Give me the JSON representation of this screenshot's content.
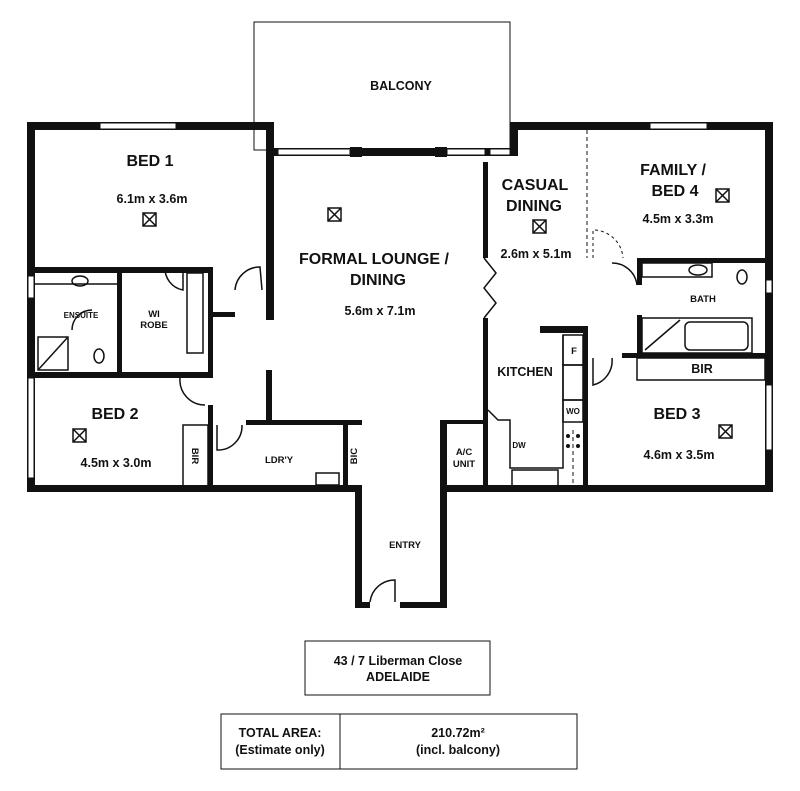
{
  "rooms": {
    "balcony": {
      "name": "BALCONY"
    },
    "bed1": {
      "name": "BED 1",
      "size": "6.1m x 3.6m"
    },
    "ensuite": {
      "name": "ENSUITE"
    },
    "wi_robe": {
      "name1": "WI",
      "name2": "ROBE"
    },
    "bed2": {
      "name": "BED 2",
      "size": "4.5m x 3.0m"
    },
    "bir_left": {
      "name": "BIR"
    },
    "laundry": {
      "name": "LDR'Y"
    },
    "bic": {
      "name": "BIC"
    },
    "lounge": {
      "name1": "FORMAL LOUNGE /",
      "name2": "DINING",
      "size": "5.6m x 7.1m"
    },
    "casual": {
      "name1": "CASUAL",
      "name2": "DINING",
      "size": "2.6m x 5.1m"
    },
    "family": {
      "name1": "FAMILY /",
      "name2": "BED 4",
      "size": "4.5m x 3.3m"
    },
    "bath": {
      "name": "BATH"
    },
    "bir_right": {
      "name": "BIR"
    },
    "kitchen": {
      "name": "KITCHEN",
      "fridge": "F",
      "wall_oven": "WO",
      "dishwasher": "DW"
    },
    "ac": {
      "name1": "A/C",
      "name2": "UNIT"
    },
    "bed3": {
      "name": "BED 3",
      "size": "4.6m x 3.5m"
    },
    "entry": {
      "name": "ENTRY"
    }
  },
  "address": {
    "line1": "43 / 7 Liberman Close",
    "line2": "ADELAIDE"
  },
  "area": {
    "label1": "TOTAL AREA:",
    "label2": "(Estimate only)",
    "value": "210.72m²",
    "note": "(incl. balcony)"
  }
}
